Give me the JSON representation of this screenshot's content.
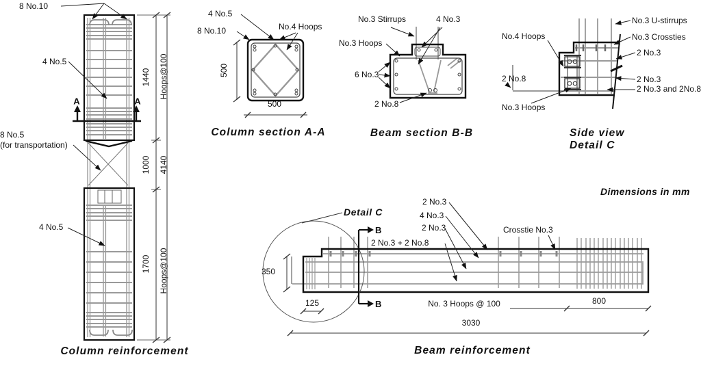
{
  "note": "Dimensions in mm",
  "colors": {
    "line": "#111111",
    "bar": "#9a9a9a"
  },
  "col": {
    "caption": "Column reinforcement",
    "l_8no10": "8 No.10",
    "l_4no5_top": "4 No.5",
    "l_8no5": "8 No.5",
    "l_transport": "(for transportation)",
    "l_4no5_bot": "4 No.5",
    "mark_a": "A",
    "d_1440": "1440",
    "d_1000": "1000",
    "d_1700": "1700",
    "d_4140": "4140",
    "d_hoops_top": "Hoops@100",
    "d_hoops_bot": "Hoops@100"
  },
  "secA": {
    "caption": "Column section A-A",
    "l_4no5": "4 No.5",
    "l_8no10": "8 No.10",
    "l_hoops": "No.4 Hoops",
    "d_w": "500",
    "d_h": "500"
  },
  "secB": {
    "caption": "Beam section B-B",
    "l_stirrups": "No.3 Stirrups",
    "l_4no3": "4 No.3",
    "l_hoops": "No.3 Hoops",
    "l_6no3": "6 No.3",
    "l_2no8": "2 No.8"
  },
  "detC": {
    "caption1": "Side view",
    "caption2": "Detail C",
    "l_ustirrups": "No.3 U-stirrups",
    "l_crossties": "No.3 Crossties",
    "l_no4hoops": "No.4 Hoops",
    "l_2no3_a": "2 No.3",
    "l_2no8": "2 No.8",
    "l_2no3_b": "2 No.3",
    "l_combo": "2 No.3 and 2No.8",
    "l_no3hoops": "No.3 Hoops"
  },
  "beam": {
    "caption": "Beam reinforcement",
    "l_detailc": "Detail C",
    "mark_b": "B",
    "l_2no3_1": "2 No.3",
    "l_4no3": "4 No.3",
    "l_2no3_2": "2 No.3",
    "l_combo": "2 No.3 + 2 No.8",
    "l_crosstie": "Crosstie No.3",
    "d_350": "350",
    "d_125": "125",
    "d_hoops": "No. 3 Hoops @ 100",
    "d_800": "800",
    "d_3030": "3030"
  }
}
